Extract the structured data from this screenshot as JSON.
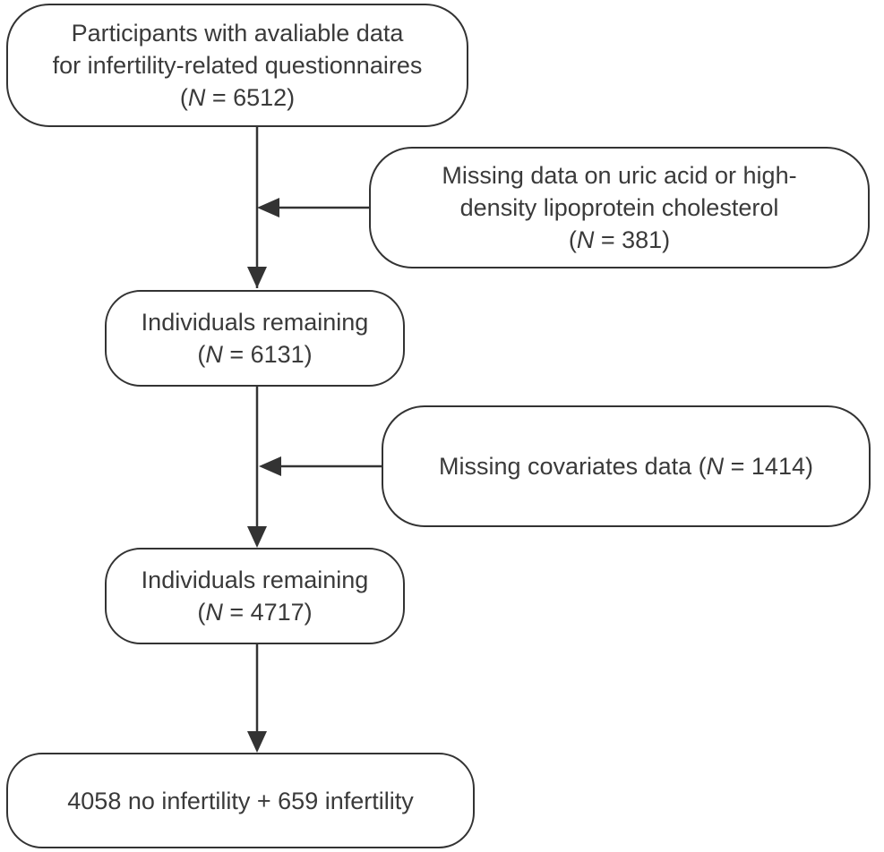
{
  "flowchart": {
    "start": {
      "line1": "Participants with avaliable data",
      "line2": "for infertility-related questionnaires",
      "n_prefix": "(",
      "n_var": "N",
      "n_value": " = 6512)"
    },
    "exclusion1": {
      "line1": "Missing data on uric acid or high-",
      "line2": "density lipoprotein cholesterol",
      "n_prefix": "(",
      "n_var": "N",
      "n_value": " = 381)"
    },
    "remaining1": {
      "line1": "Individuals remaining",
      "n_prefix": "(",
      "n_var": "N",
      "n_value": " = 6131)"
    },
    "exclusion2": {
      "text_prefix": "Missing covariates data (",
      "n_var": "N",
      "n_value": " = 1414)"
    },
    "remaining2": {
      "line1": "Individuals remaining",
      "n_prefix": "(",
      "n_var": "N",
      "n_value": " = 4717)"
    },
    "final": {
      "line1": "4058 no infertility + 659 infertility"
    }
  },
  "colors": {
    "stroke": "#333333",
    "text": "#3a3a3a",
    "background": "#ffffff"
  }
}
